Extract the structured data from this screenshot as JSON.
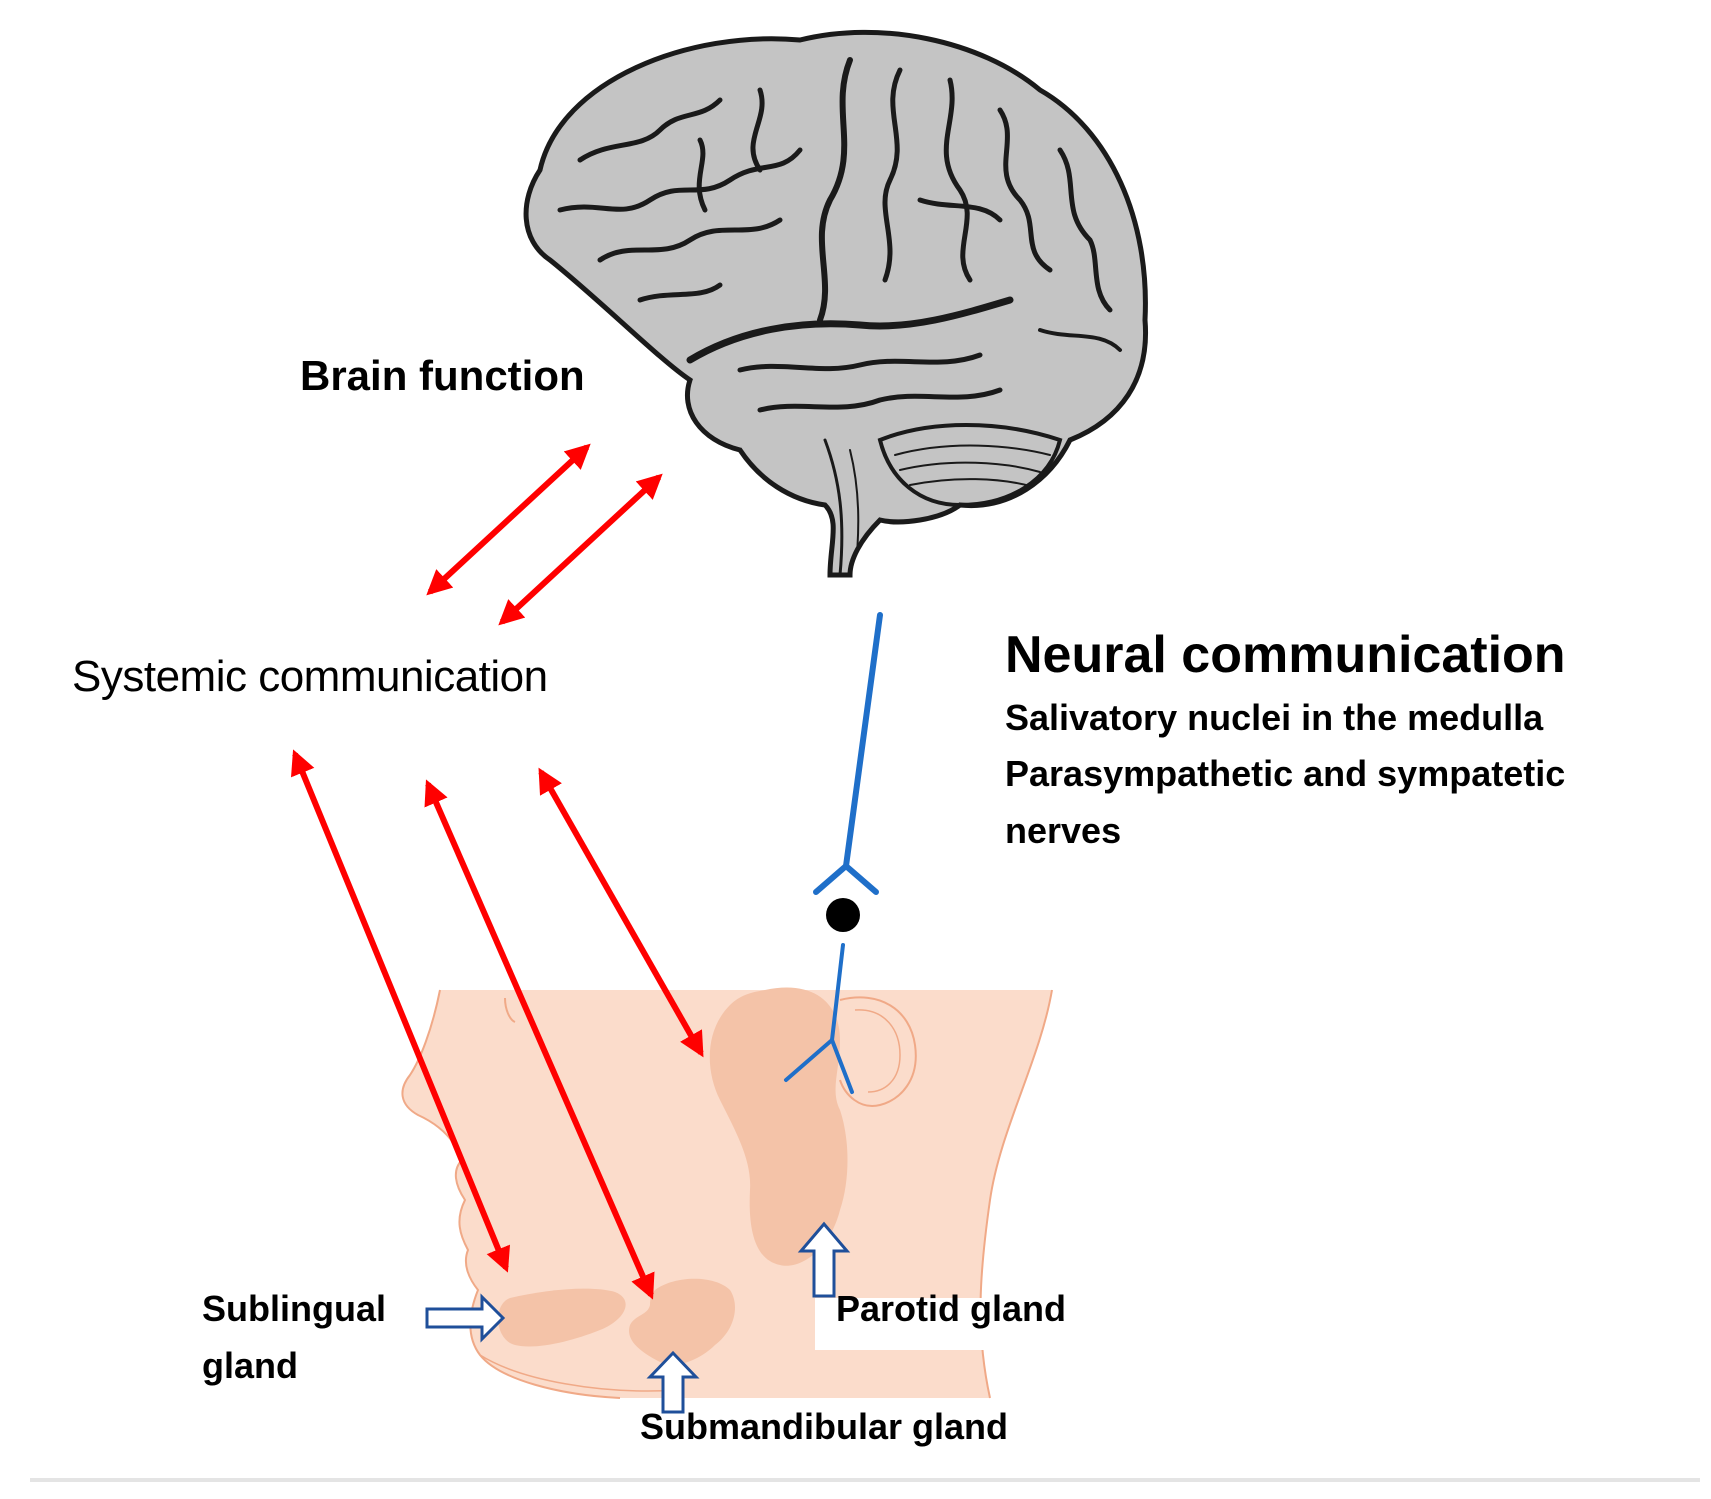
{
  "labels": {
    "brain_function": "Brain function",
    "systemic_communication": "Systemic communication",
    "neural_communication": "Neural communication",
    "neural_details": [
      "Salivatory nuclei in the medulla",
      "Parasympathetic and sympatetic",
      "nerves"
    ],
    "sublingual_gland": [
      "Sublingual",
      "gland"
    ],
    "parotid_gland": "Parotid gland",
    "submandibular_gland": "Submandibular gland"
  },
  "colors": {
    "systemic_arrows": "#ff0000",
    "neural_pathway": "#1f6fc9",
    "face": "#fbdccb",
    "face_outline": "#f0a987",
    "gland": "#f4c3a8",
    "brain_fill": "#c4c4c4",
    "brain_outline": "#1a1a1a",
    "gland_arrow_outline": "#1f4f9a"
  }
}
